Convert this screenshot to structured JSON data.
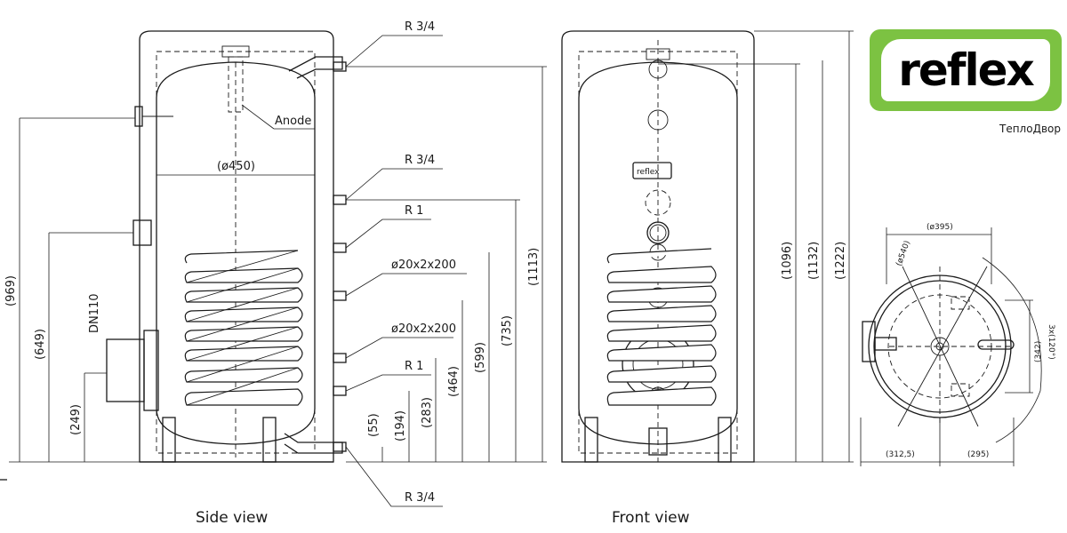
{
  "brand": {
    "logo_text": "reflex",
    "logo_color": "#7cc242",
    "company": "ТеплоДвор",
    "badge_text": "reflex"
  },
  "side_view": {
    "caption": "Side view",
    "anode_label": "Anode",
    "diameter_label": "(ø450)",
    "flange_label": "DN110",
    "connections": [
      "R 3/4",
      "R 3/4",
      "R 1",
      "ø20x2x200",
      "ø20x2x200",
      "R 1",
      "R 3/4"
    ],
    "left_dimensions": [
      "(969)",
      "(649)",
      "(249)"
    ],
    "right_dimensions": [
      "(55)",
      "(194)",
      "(283)",
      "(464)",
      "(599)",
      "(735)",
      "(1113)"
    ]
  },
  "front_view": {
    "caption": "Front view",
    "height_dimensions": [
      "(1096)",
      "(1132)",
      "(1222)"
    ]
  },
  "top_view": {
    "dimensions": [
      "(ø395)",
      "(ø540)",
      "(342)",
      "3x(120°)",
      "(312,5)",
      "(295)"
    ]
  }
}
